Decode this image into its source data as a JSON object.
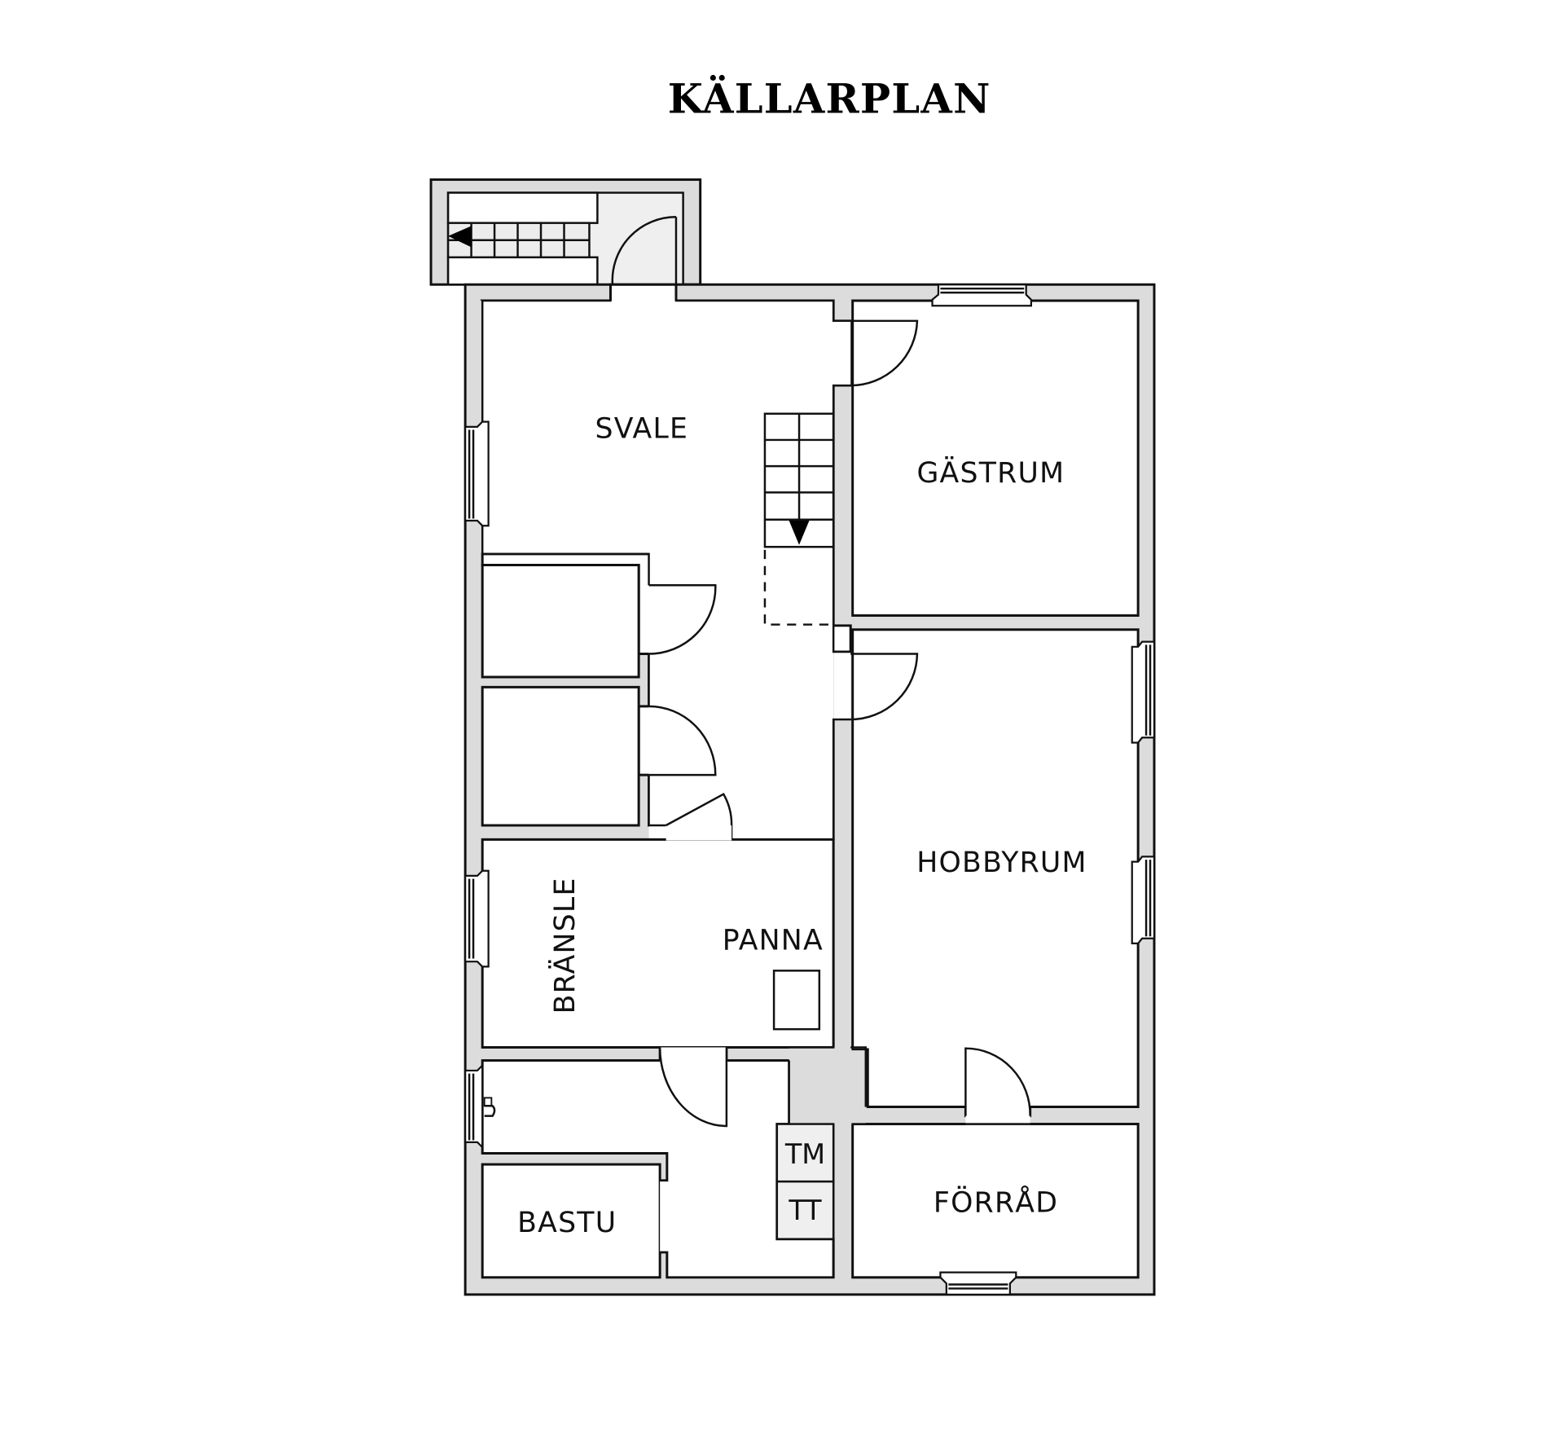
{
  "title": "KÄLLARPLAN",
  "rooms": {
    "svale": "SVALE",
    "gastrum": "GÄSTRUM",
    "hobbyrum": "HOBBYRUM",
    "bransle": "BRÄNSLE",
    "panna": "PANNA",
    "bastu": "BASTU",
    "forrad": "FÖRRÅD"
  },
  "fixtures": {
    "tm": "TM",
    "tt": "TT"
  },
  "colors": {
    "wall_fill": "#dcdcdc",
    "stroke": "#111111",
    "floor": "#ffffff",
    "entrance_floor": "#efefef"
  },
  "symbols": [
    "stair-arrow-left-icon",
    "stair-arrow-down-icon",
    "faucet-icon",
    "boiler-icon",
    "window-icon",
    "door-swing-icon"
  ]
}
